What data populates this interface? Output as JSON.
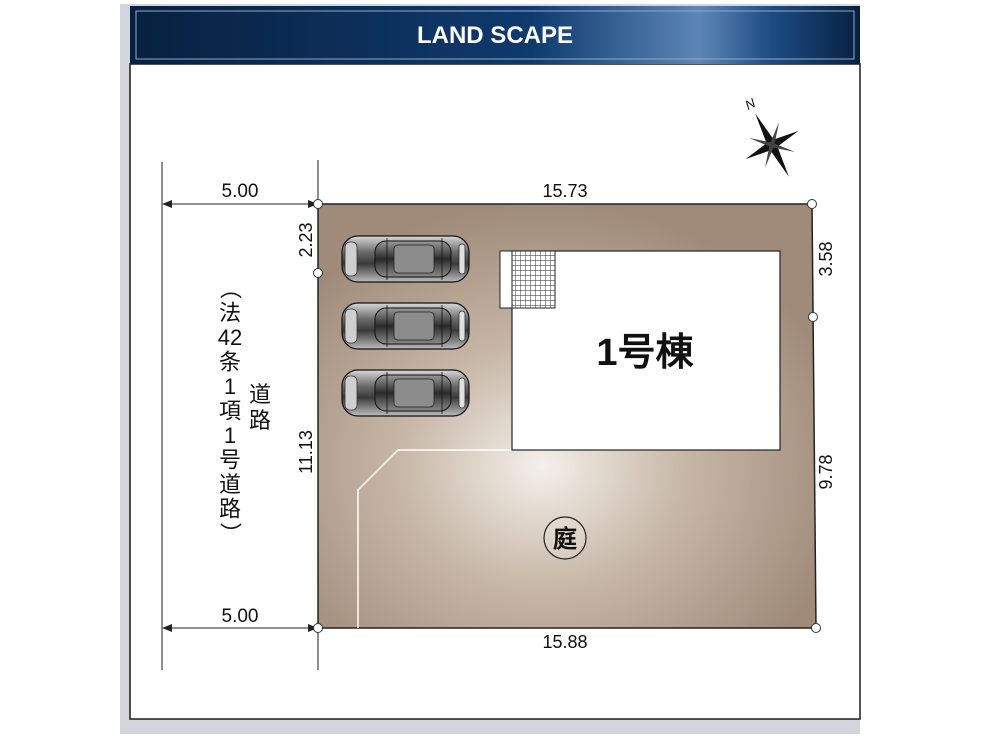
{
  "header": {
    "title": "LAND SCAPE"
  },
  "compass": {
    "label": "N"
  },
  "road": {
    "column_main": [
      "（",
      "法",
      "42",
      "条",
      "1",
      "項",
      "1",
      "号",
      "道",
      "路",
      "）"
    ],
    "column_side": [
      "道",
      "路"
    ],
    "width_top": "5.00",
    "width_bottom": "5.00"
  },
  "lot": {
    "top": "15.73",
    "bottom": "15.88",
    "left_upper": "2.23",
    "left_lower": "11.13",
    "right_upper": "3.58",
    "right_lower": "9.78"
  },
  "building": {
    "label": "1号棟"
  },
  "garden": {
    "label": "庭"
  },
  "parking": {
    "car_count": 3
  },
  "colors": {
    "header_bg": "#0b2a55",
    "lot_fill": "#a08b7a",
    "lot_highlight": "#f3efe9",
    "frame_shadow": "#c9cdd4"
  }
}
